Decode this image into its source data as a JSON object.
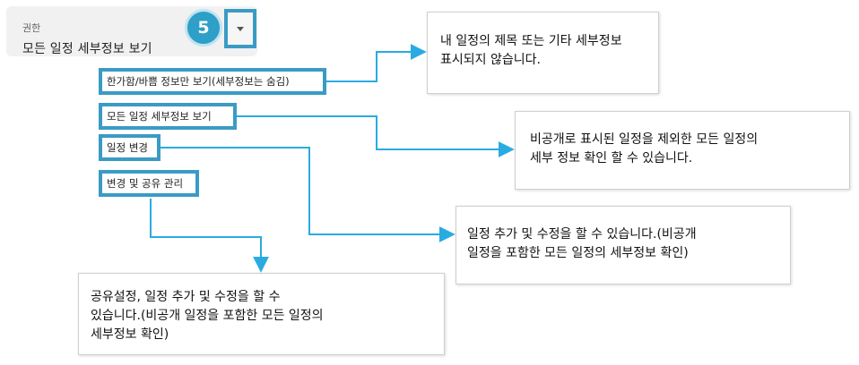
{
  "permission": {
    "label": "권한",
    "value": "모든 일정 세부정보 보기",
    "step": "5"
  },
  "options": [
    "한가함/바쁨 정보만 보기(세부정보는 숨김)",
    "모든 일정 세부정보 보기",
    "일정 변경",
    "변경 및 공유 관리"
  ],
  "notes": [
    "내 일정의 제목 또는 기타 세부정보\n표시되지 않습니다.",
    "비공개로 표시된 일정을 제외한 모든 일정의\n세부 정보 확인 할 수 있습니다.",
    "일정 추가 및 수정을 할 수 있습니다.(비공개\n일정을 포함한 모든 일정의 세부정보 확인)",
    "공유설정, 일정 추가 및 수정을 할 수\n있습니다.(비공개 일정을 포함한 모든 일정의\n세부정보 확인)"
  ],
  "colors": {
    "accent": "#3a9bc4",
    "arrow": "#29abe2",
    "badge": "#2e9fc6"
  }
}
